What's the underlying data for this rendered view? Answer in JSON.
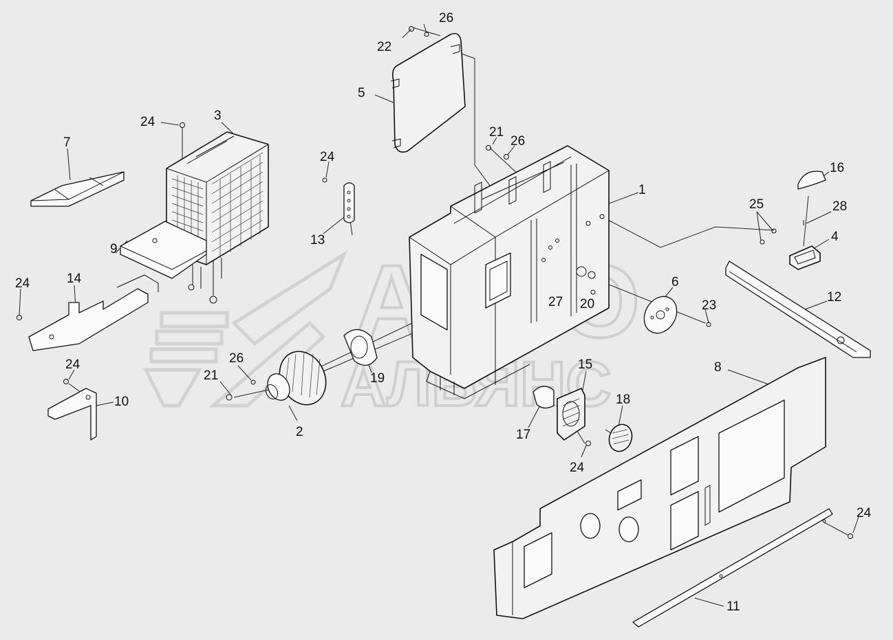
{
  "watermark": {
    "line1": "АВТО",
    "line2": "АЛЬЯНС"
  },
  "callouts": [
    {
      "id": "1",
      "label": "1"
    },
    {
      "id": "2",
      "label": "2"
    },
    {
      "id": "3",
      "label": "3"
    },
    {
      "id": "4",
      "label": "4"
    },
    {
      "id": "5",
      "label": "5"
    },
    {
      "id": "6",
      "label": "6"
    },
    {
      "id": "7",
      "label": "7"
    },
    {
      "id": "8",
      "label": "8"
    },
    {
      "id": "9",
      "label": "9"
    },
    {
      "id": "10",
      "label": "10"
    },
    {
      "id": "11",
      "label": "11"
    },
    {
      "id": "12",
      "label": "12"
    },
    {
      "id": "13",
      "label": "13"
    },
    {
      "id": "14",
      "label": "14"
    },
    {
      "id": "15",
      "label": "15"
    },
    {
      "id": "16",
      "label": "16"
    },
    {
      "id": "17",
      "label": "17"
    },
    {
      "id": "18",
      "label": "18"
    },
    {
      "id": "19",
      "label": "19"
    },
    {
      "id": "20",
      "label": "20"
    },
    {
      "id": "21a",
      "label": "21"
    },
    {
      "id": "21b",
      "label": "21"
    },
    {
      "id": "22",
      "label": "22"
    },
    {
      "id": "23",
      "label": "23"
    },
    {
      "id": "24a",
      "label": "24"
    },
    {
      "id": "24b",
      "label": "24"
    },
    {
      "id": "24c",
      "label": "24"
    },
    {
      "id": "24d",
      "label": "24"
    },
    {
      "id": "24e",
      "label": "24"
    },
    {
      "id": "24f",
      "label": "24"
    },
    {
      "id": "25",
      "label": "25"
    },
    {
      "id": "26a",
      "label": "26"
    },
    {
      "id": "26b",
      "label": "26"
    },
    {
      "id": "26c",
      "label": "26"
    },
    {
      "id": "27",
      "label": "27"
    },
    {
      "id": "28",
      "label": "28"
    }
  ]
}
